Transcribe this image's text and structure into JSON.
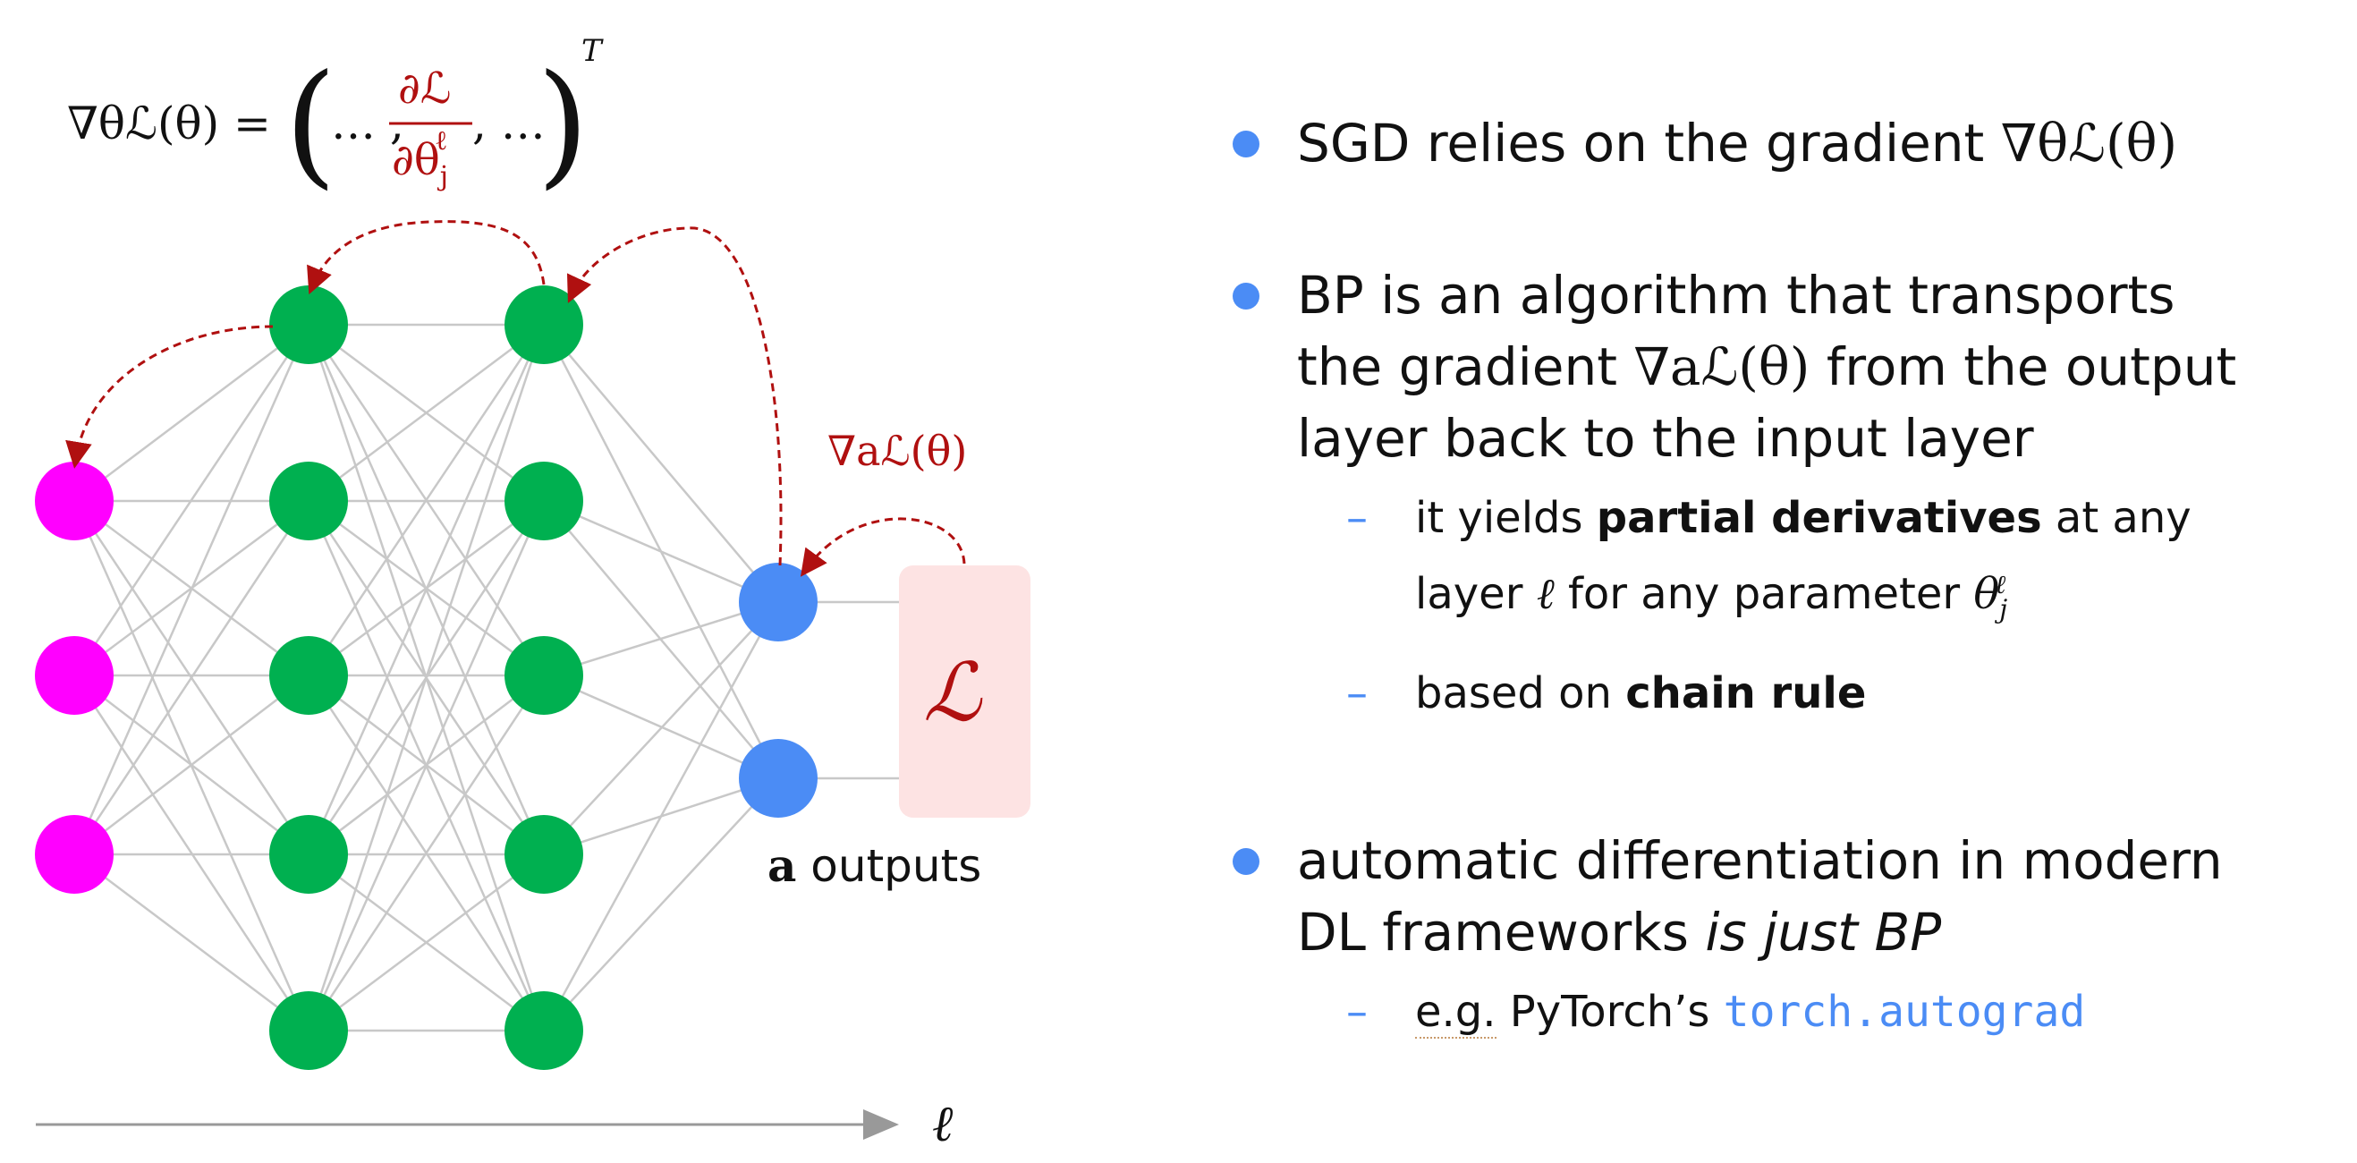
{
  "diagram": {
    "formula_lhs": "∇θℒ(θ) =",
    "formula_dots_left": "… ,",
    "formula_dots_right": ", …",
    "formula_num": "∂ℒ",
    "formula_den": "∂θ",
    "formula_den_sub": "j",
    "formula_den_sup": "ℓ",
    "formula_T": "T",
    "grad_a": "∇aℒ(θ)",
    "loss_symbol": "ℒ",
    "outputs_bold": "a",
    "outputs_label": " outputs",
    "axis_label": "ℓ"
  },
  "bullets": {
    "b1_text": "SGD relies on the gradient ",
    "b1_math": "∇θℒ(θ)",
    "b2_line1": "BP is an algorithm that transports",
    "b2_line2_pre": "the gradient ",
    "b2_line2_math": "∇aℒ(θ)",
    "b2_line2_post": " from the output",
    "b2_line3": "layer back to the input layer",
    "s1_pre": "it yields ",
    "s1_bold": "partial derivatives",
    "s1_post": " at any",
    "s1_line2_pre": "layer ",
    "s1_line2_l": "ℓ",
    "s1_line2_mid": " for any parameter ",
    "s1_line2_theta": "θ",
    "s1_line2_sub": "j",
    "s1_line2_sup": "ℓ",
    "s2_pre": "based on ",
    "s2_bold": "chain rule",
    "b3_line1": "automatic differentiation in modern",
    "b3_line2_pre": "DL frameworks ",
    "b3_line2_ital": "is just BP",
    "s3_eg": "e.g.",
    "s3_mid": " PyTorch’s ",
    "s3_code": "torch.autograd"
  },
  "colors": {
    "input": "#ff00ff",
    "hidden": "#00b050",
    "output": "#4b8cf5",
    "loss_box": "#fde3e3",
    "accent_red": "#b01010",
    "edge": "#c8c8c8"
  }
}
